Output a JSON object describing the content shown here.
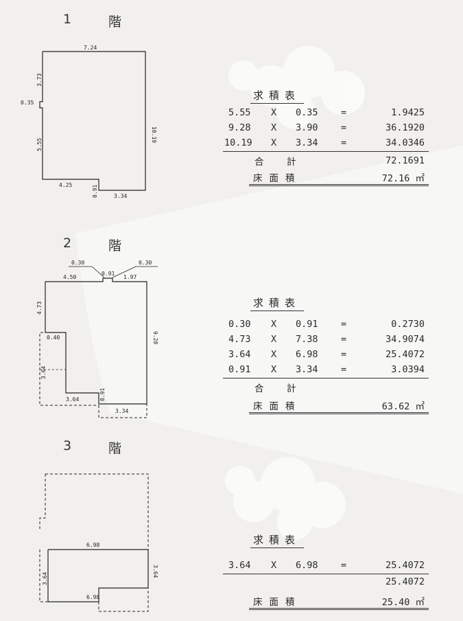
{
  "floors": [
    {
      "num": "1",
      "kai": "階",
      "dims": {
        "top": "7.24",
        "left_upper": "3.73",
        "notch": "0.35",
        "left_lower": "5.55",
        "right": "10.19",
        "bottom_left": "4.25",
        "bottom_step": "0.91",
        "bottom_right": "3.34"
      },
      "table": {
        "title": "求積表",
        "rows": [
          {
            "a": "5.55",
            "op": "X",
            "b": "0.35",
            "eq": "=",
            "r": "1.9425"
          },
          {
            "a": "9.28",
            "op": "X",
            "b": "3.90",
            "eq": "=",
            "r": "36.1920"
          },
          {
            "a": "10.19",
            "op": "X",
            "b": "3.34",
            "eq": "=",
            "r": "34.0346"
          }
        ],
        "sum_label": "合　計",
        "sum_value": "72.1691",
        "area_label": "床面積",
        "area_value": "72.16 ㎡"
      }
    },
    {
      "num": "2",
      "kai": "階",
      "dims": {
        "top_left_callout": "0.30",
        "top_right_callout": "0.30",
        "top_left": "4.50",
        "top_mid": "0.91",
        "top_right": "1.97",
        "left_upper": "4.73",
        "inner_step": "0.40",
        "left_lower": "3.64",
        "right": "9.28",
        "bottom_left": "3.64",
        "bottom_step": "0.91",
        "bottom_right": "3.34"
      },
      "table": {
        "title": "求積表",
        "rows": [
          {
            "a": "0.30",
            "op": "X",
            "b": "0.91",
            "eq": "=",
            "r": "0.2730"
          },
          {
            "a": "4.73",
            "op": "X",
            "b": "7.38",
            "eq": "=",
            "r": "34.9074"
          },
          {
            "a": "3.64",
            "op": "X",
            "b": "6.98",
            "eq": "=",
            "r": "25.4072"
          },
          {
            "a": "0.91",
            "op": "X",
            "b": "3.34",
            "eq": "=",
            "r": "3.0394"
          }
        ],
        "sum_label": "合　計",
        "sum_value": "",
        "area_label": "床面積",
        "area_value": "63.62 ㎡"
      }
    },
    {
      "num": "3",
      "kai": "階",
      "dims": {
        "top": "6.98",
        "left": "3.64",
        "right": "3.64",
        "bottom": "6.98"
      },
      "table": {
        "title": "求積表",
        "rows": [
          {
            "a": "3.64",
            "op": "X",
            "b": "6.98",
            "eq": "=",
            "r": "25.4072"
          }
        ],
        "sum_value": "25.4072",
        "area_label": "床面積",
        "area_value": "25.40 ㎡"
      }
    }
  ]
}
